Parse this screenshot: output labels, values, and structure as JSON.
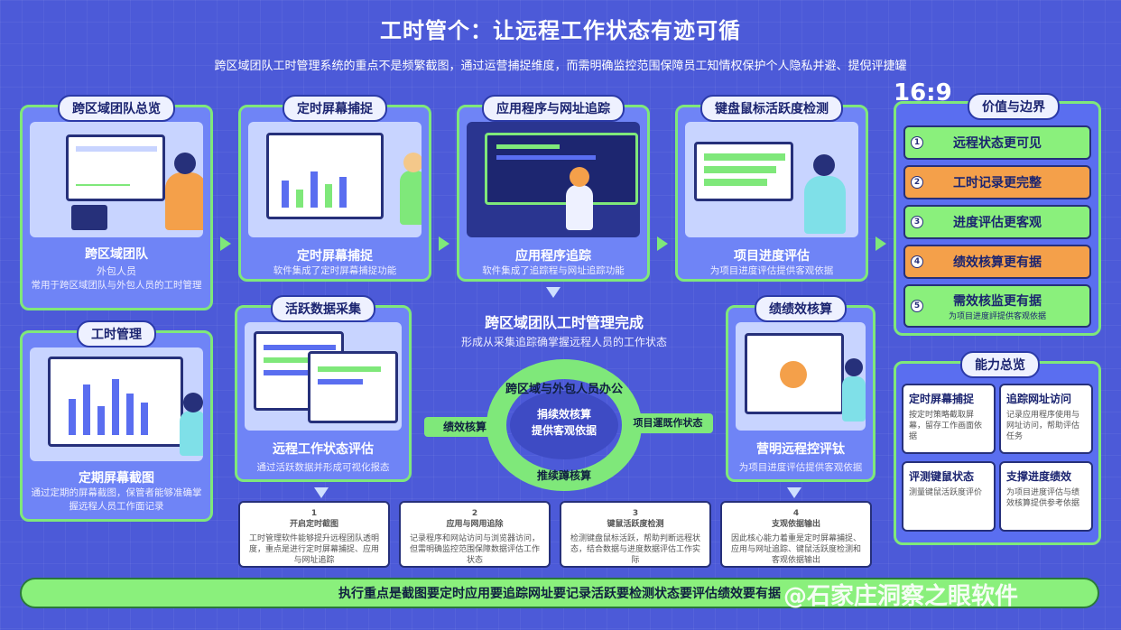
{
  "header": {
    "title": "工时管个：让远程工作状态有迹可循",
    "subtitle": "跨区域团队工时管理系统的重点不是频繁截图，通过运营捕捉维度，而需明确监控范围保障员工知情权保护个人隐私并避、提倪评捷罐"
  },
  "ratio_label": "16:9",
  "cards": {
    "team": {
      "pill": "跨区域团队总览",
      "title": "跨区域团队",
      "line1": "外包人员",
      "line2": "常用于跨区域团队与外包人员的工时管理"
    },
    "screen": {
      "pill": "定时屏幕捕捉",
      "title": "定时屏幕捕捉",
      "desc": "软件集成了定时屏幕捕捉功能"
    },
    "app": {
      "pill": "应用程序与网址追踪",
      "title": "应用程序追踪",
      "desc": "软件集成了追踪程与网址追踪功能"
    },
    "keyboard": {
      "pill": "键盘鼠标活跃度检测",
      "title": "项目进度评估",
      "desc": "为项目进度评估提供客观依据"
    },
    "hours": {
      "pill": "工时管理",
      "title": "定期屏幕截图",
      "desc": "通过定期的屏幕截图，保管者能够准确掌握远程人员工作面记录"
    },
    "activity": {
      "pill": "活跃数据采集",
      "title": "远程工作状态评估",
      "desc": "通过活跃数据并形成可视化报态"
    },
    "performance": {
      "pill": "绩绩效核算",
      "title": "营明远程控评钛",
      "desc": "为项目进度评估提供客观依据"
    }
  },
  "center": {
    "title": "跨区域团队工时管理完成",
    "subtitle": "形成从采集追踪确掌握远程人员的工作状态",
    "cycle_top": "跨区域与外包人员办公",
    "cycle_center1": "捐续效核算",
    "cycle_center2": "提供客观依据",
    "cycle_bottom": "推续蹲核算",
    "left_label": "绩效核算",
    "right_label": "项目運既作状态"
  },
  "values_panel": {
    "pill": "价值与边界",
    "items": [
      {
        "num": "1",
        "label": "远程状态更可见",
        "color": "#8af07c"
      },
      {
        "num": "2",
        "label": "工时记录更完整",
        "color": "#f4a04a"
      },
      {
        "num": "3",
        "label": "进度评估更客观",
        "color": "#8af07c"
      },
      {
        "num": "4",
        "label": "绩效核算更有据",
        "color": "#f4a04a"
      },
      {
        "num": "5",
        "label": "需效核监更有据",
        "color": "#8af07c"
      }
    ],
    "last_sub": "为项目进度評提供客观依据"
  },
  "capability_panel": {
    "pill": "能力总览",
    "items": [
      {
        "title": "定时屏幕捕捉",
        "desc": "按定时策略截取屏幕，留存工作画面依据"
      },
      {
        "title": "追踪网址访问",
        "desc": "记录应用程序使用与网址访问，帮助评估任务"
      },
      {
        "title": "评测键鼠状态",
        "desc": "测量键鼠活跃度评价"
      },
      {
        "title": "支撑进度绩效",
        "desc": "为项目进度评估与绩效核算提供参考依据"
      }
    ]
  },
  "steps": [
    {
      "num": "1",
      "title": "开启定时截图",
      "desc": "工时管理软件能够提升远程团队透明度，重点是进行定时屏幕捕捉、应用与网址追踪"
    },
    {
      "num": "2",
      "title": "应用与网用追除",
      "desc": "记录程序和网站访问与浏览器访问，但需明确监控范围保障数据评估工作状态"
    },
    {
      "num": "3",
      "title": "键鼠活跃度检测",
      "desc": "检测键盘鼠标活跃，帮助判断远程状态，结合数据与进度数据评估工作实际"
    },
    {
      "num": "4",
      "title": "支观依据输出",
      "desc": "因此核心能力着重是定时屏幕捕捉、应用与网址追踪、键鼠活跃度检测和客观依据输出"
    }
  ],
  "bottom": {
    "text": "执行重点是截图要定时应用要追踪网址要记录活跃要检测状态要评估绩效要有据"
  },
  "watermark": "@石家庄洞察之眼软件"
}
